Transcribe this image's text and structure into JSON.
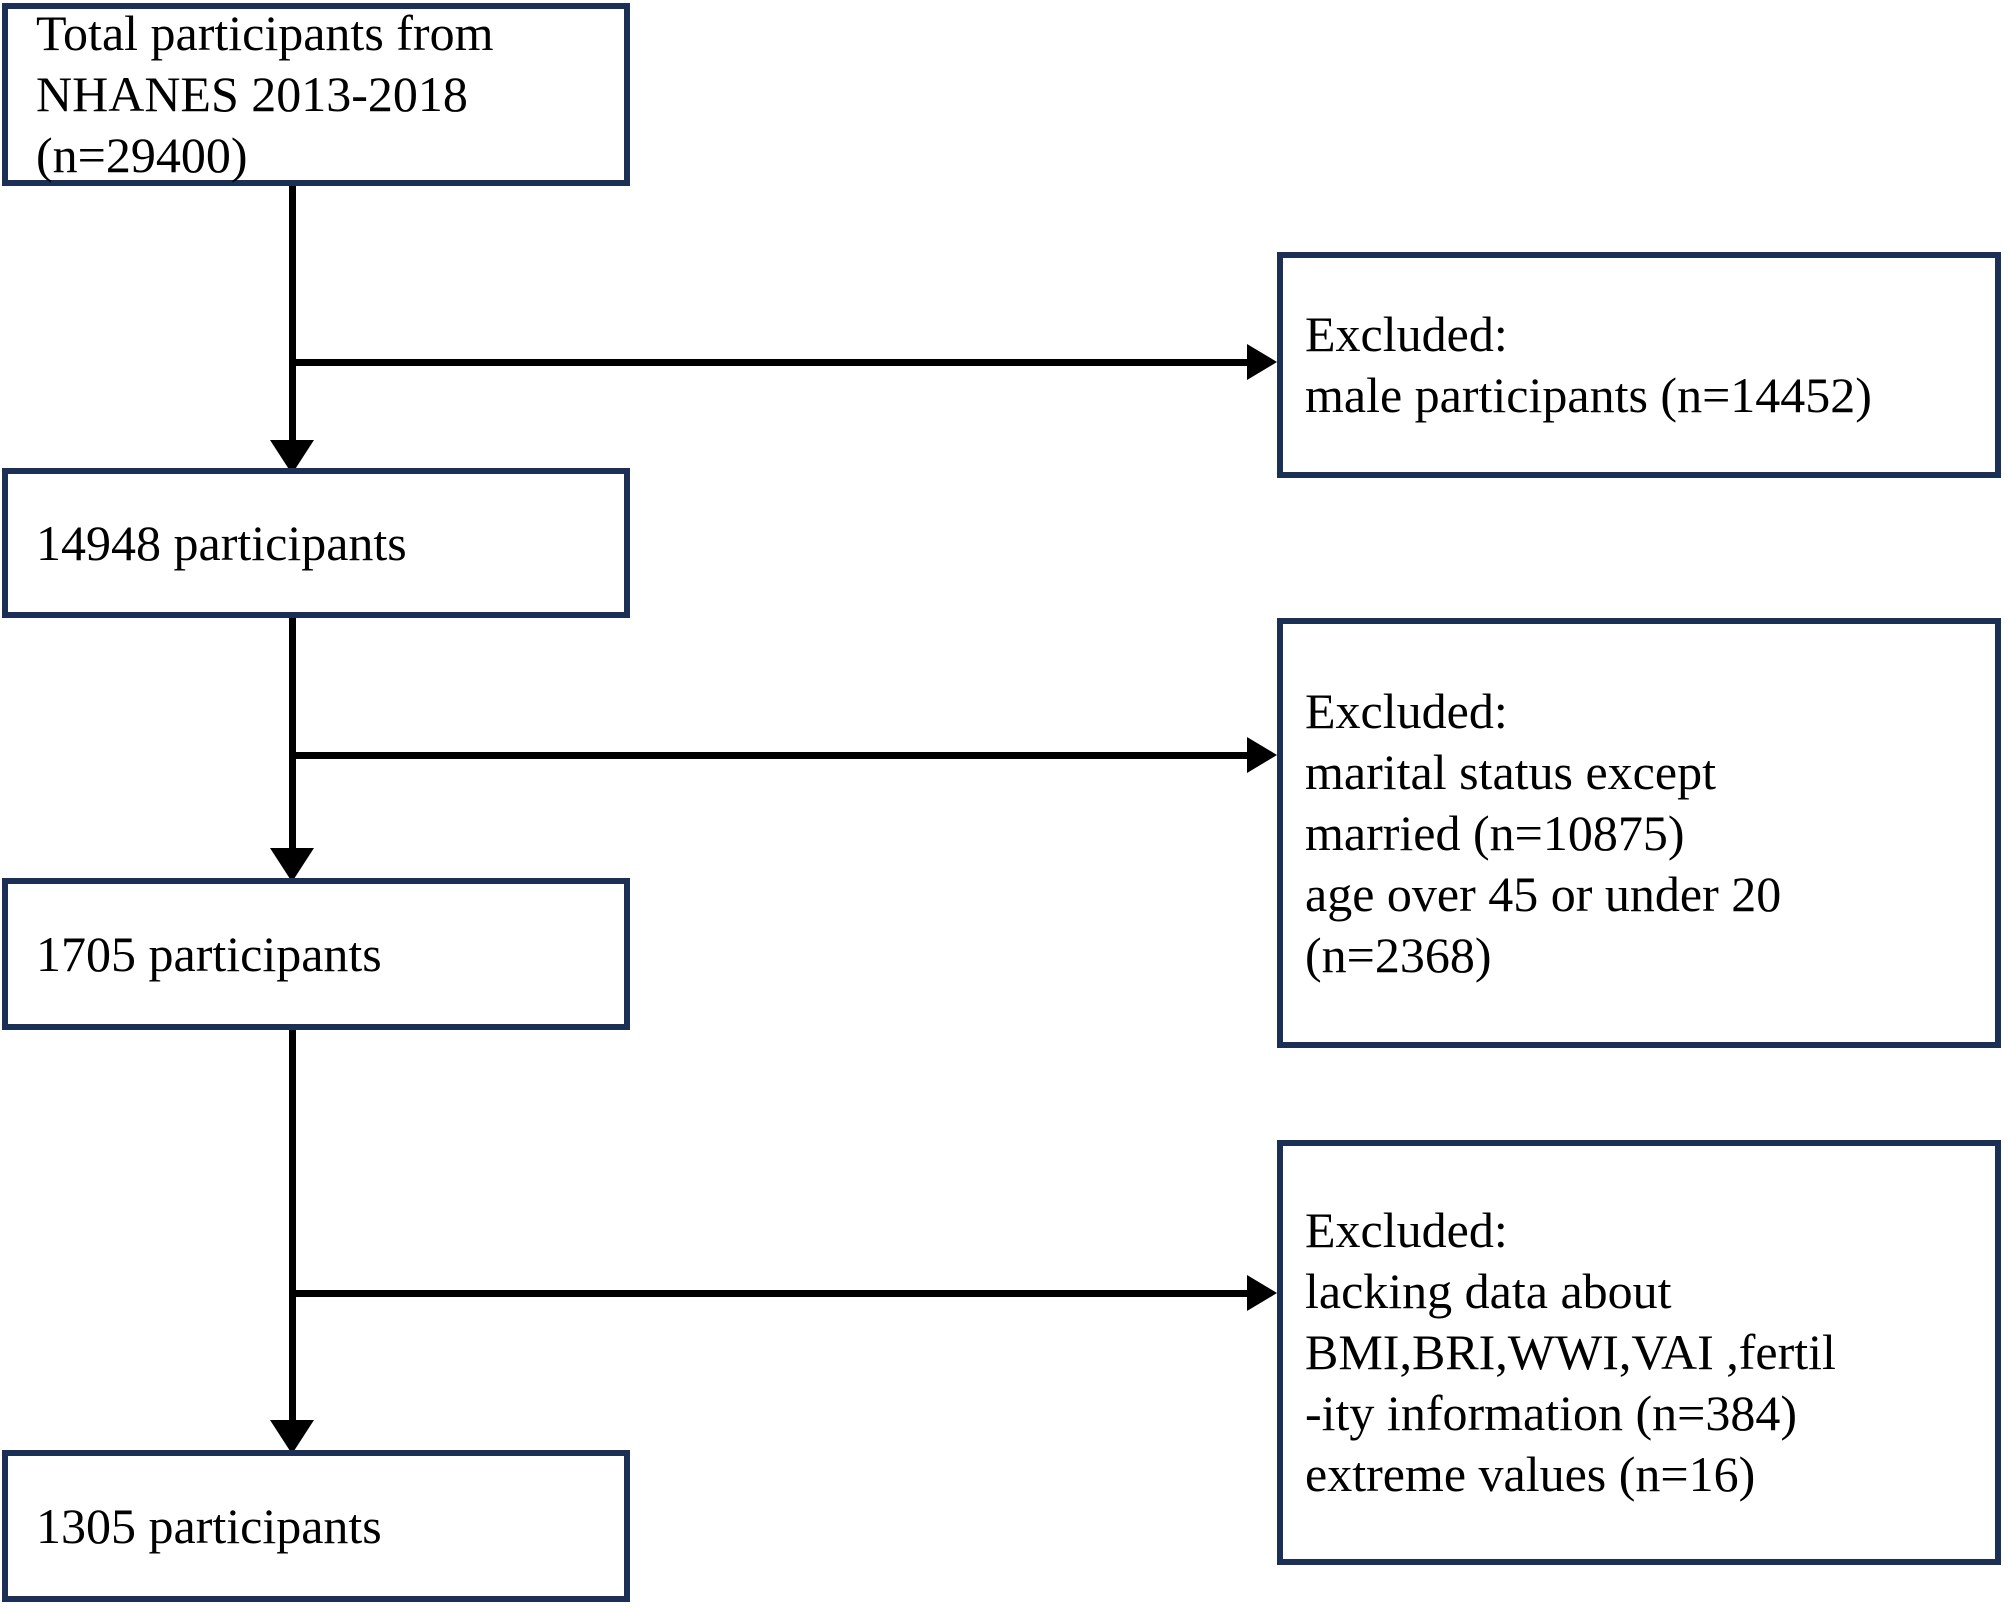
{
  "figure": {
    "type": "flowchart",
    "orientation": "top-to-bottom with right-side exclusion branches"
  },
  "nodes": {
    "total": {
      "lines": [
        "Total participants from",
        "NHANES 2013-2018",
        "(n=29400)"
      ]
    },
    "stage1": {
      "lines": [
        "14948 participants"
      ]
    },
    "stage2": {
      "lines": [
        "1705 participants"
      ]
    },
    "final": {
      "lines": [
        "1305 participants"
      ]
    },
    "excluded_1": {
      "lines": [
        "Excluded:",
        "male participants (n=14452)"
      ]
    },
    "excluded_2": {
      "lines": [
        "Excluded:",
        "marital status except",
        "married (n=10875)",
        "age over 45 or under 20",
        "(n=2368)"
      ]
    },
    "excluded_3": {
      "lines": [
        "Excluded:",
        "lacking data about",
        "BMI,BRI,WWI,VAI ,fertil",
        "-ity information (n=384)",
        "extreme values (n=16)"
      ]
    }
  },
  "colors": {
    "box_border": "#1b3054",
    "connector": "#000000",
    "background": "#ffffff",
    "text": "#000000"
  }
}
